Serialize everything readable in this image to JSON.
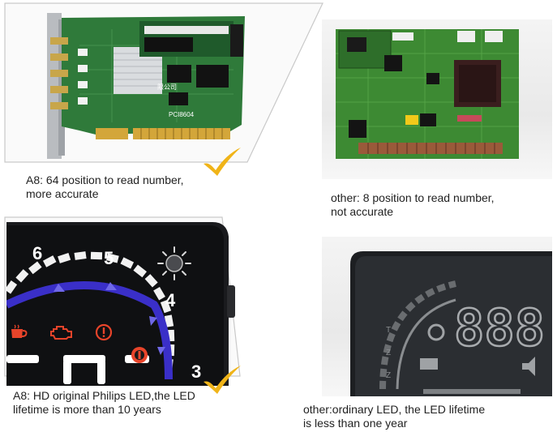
{
  "comparisons": [
    {
      "a8_caption": [
        "A8: 64 position to read number,",
        "more accurate"
      ],
      "other_caption": [
        "other: 8 position to read number,",
        "not accurate"
      ],
      "a8_pcb_silkscreen": "PCI8604",
      "a8_chip_text": "限公司"
    },
    {
      "a8_caption": [
        "A8: HD original Philips LED,the LED",
        "lifetime is more than 10 years"
      ],
      "other_caption": [
        "other:ordinary LED, the LED lifetime",
        "is less than one year"
      ],
      "a8_gauge_numbers": [
        "6",
        "5",
        "4",
        "3"
      ],
      "other_display_digits": [
        "888"
      ]
    }
  ],
  "colors": {
    "check_gold": "#f0b418",
    "pcb_green": "#2f7a3a",
    "gauge_blue": "#3a2fc8",
    "warning_orange": "#e8442a"
  }
}
